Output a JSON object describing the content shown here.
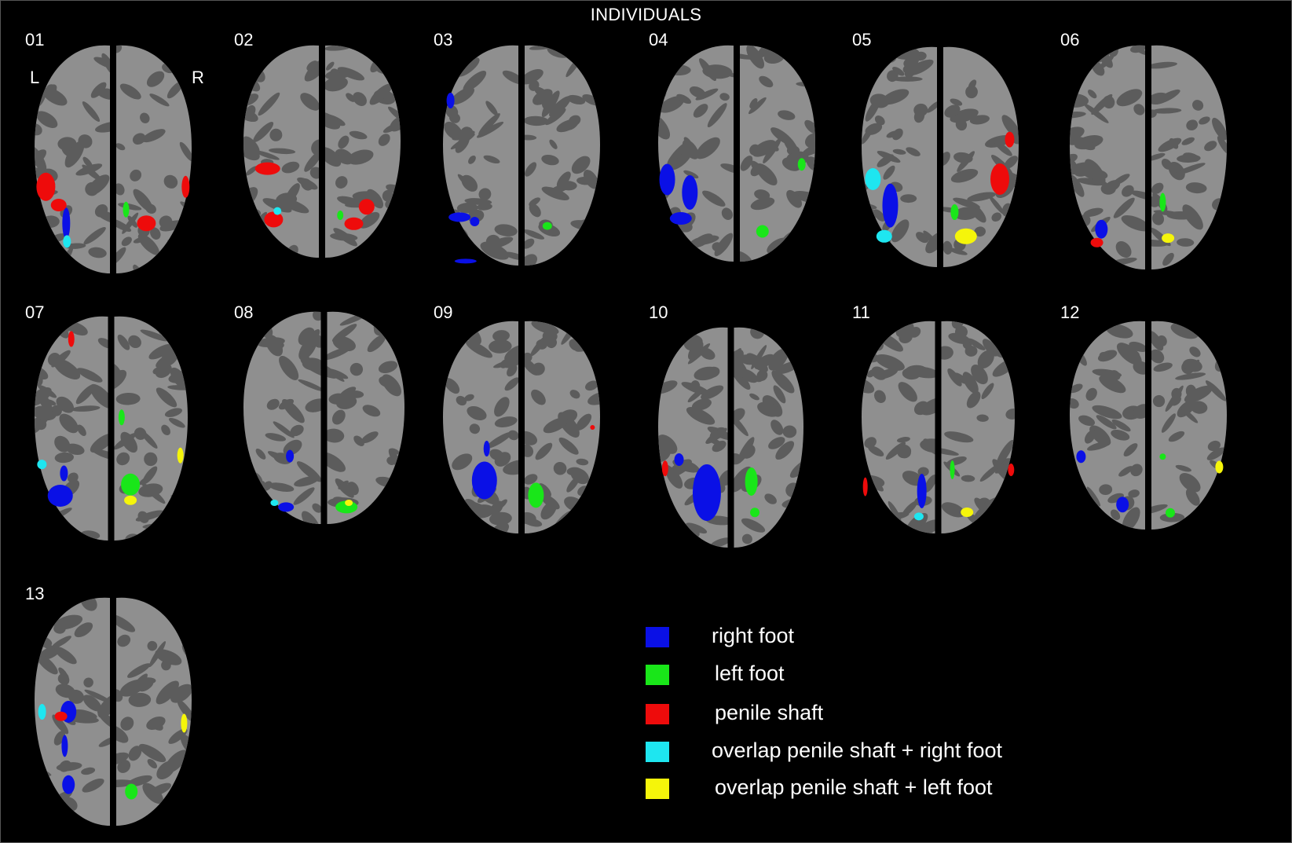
{
  "figure": {
    "title": "INDIVIDUALS",
    "side_labels": {
      "left": "L",
      "right": "R"
    }
  },
  "colors": {
    "background": "#000000",
    "cortex_gyri": "#8f8f8f",
    "cortex_sulci": "#5c5c5c",
    "right_foot": "#0a10e6",
    "left_foot": "#19e619",
    "penile_shaft": "#ee0b0b",
    "overlap_penile_right_foot": "#1ee6f0",
    "overlap_penile_left_foot": "#f5f50a"
  },
  "panels": [
    {
      "label": "01"
    },
    {
      "label": "02"
    },
    {
      "label": "03"
    },
    {
      "label": "04"
    },
    {
      "label": "05"
    },
    {
      "label": "06"
    },
    {
      "label": "07"
    },
    {
      "label": "08"
    },
    {
      "label": "09"
    },
    {
      "label": "10"
    },
    {
      "label": "11"
    },
    {
      "label": "12"
    },
    {
      "label": "13"
    }
  ],
  "legend": [
    {
      "label": "right foot",
      "color": "#0a10e6"
    },
    {
      "label": "left foot",
      "color": "#19e619"
    },
    {
      "label": "penile shaft",
      "color": "#ee0b0b"
    },
    {
      "label": "overlap penile shaft + right foot",
      "color": "#1ee6f0"
    },
    {
      "label": "overlap penile shaft + left foot",
      "color": "#f5f50a"
    }
  ]
}
